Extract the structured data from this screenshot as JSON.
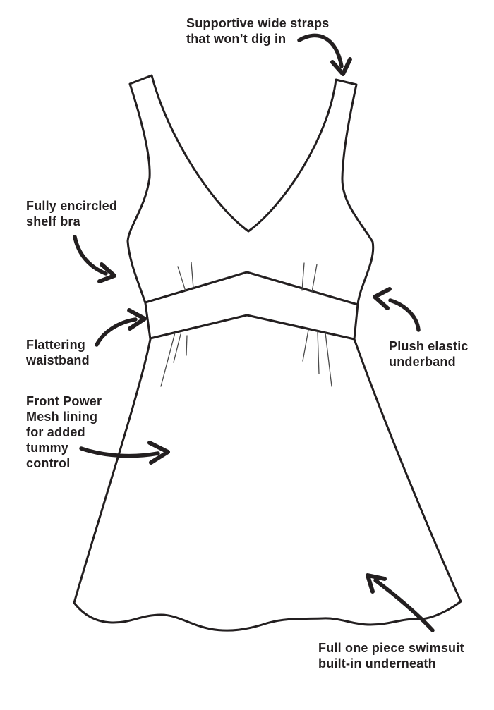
{
  "colors": {
    "ink": "#231f20",
    "background": "#ffffff",
    "gather": "#4b4b4b"
  },
  "annotations": {
    "straps": {
      "text": "Supportive wide straps\nthat won’t dig in"
    },
    "shelf_bra": {
      "text": "Fully encircled\nshelf bra"
    },
    "waistband": {
      "text": "Flattering\nwaistband"
    },
    "underband": {
      "text": "Plush elastic\nunderband"
    },
    "mesh": {
      "text": "Front Power\nMesh lining\nfor added\ntummy\ncontrol"
    },
    "onepiece": {
      "text": "Full one piece swimsuit\nbuilt-in underneath"
    }
  }
}
